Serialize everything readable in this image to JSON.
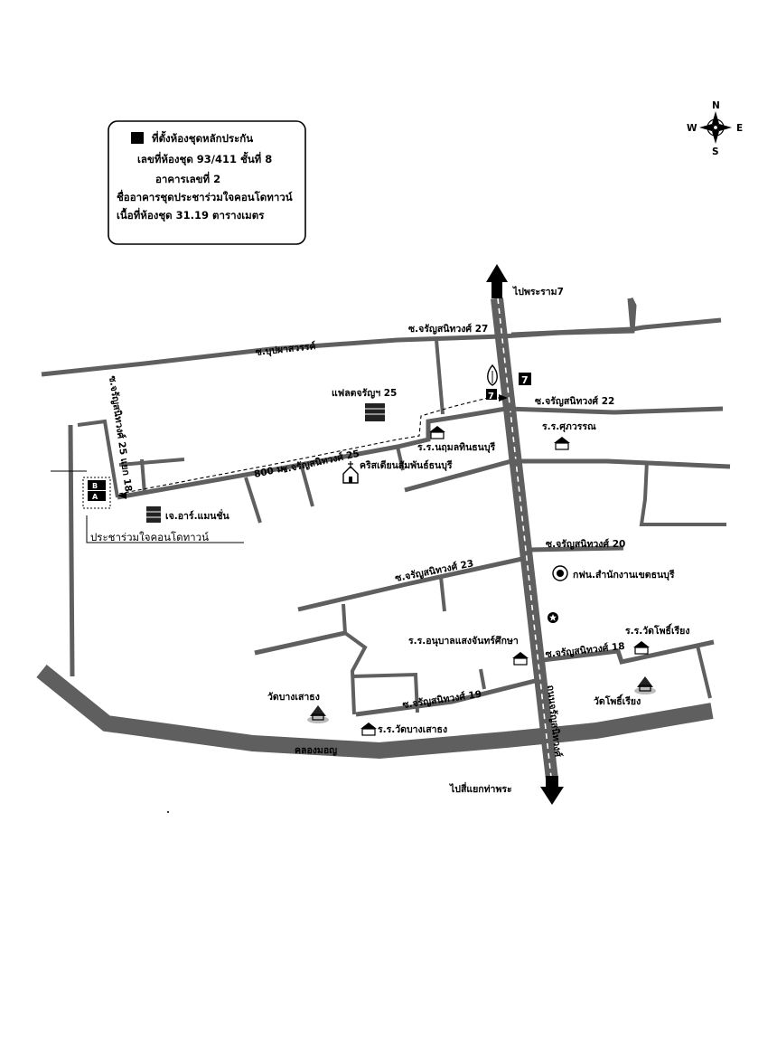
{
  "legend": {
    "title": "ที่ตั้งห้องชุดหลักประกัน",
    "line1": "เลขที่ห้องชุด 93/411 ชั้นที่ 8",
    "line2": "อาคารเลขที่ 2",
    "line3": "ชื่ออาคารชุดประชาร่วมใจคอนโดทาวน์",
    "line4": "เนื้อที่ห้องชุด 31.19 ตารางเมตร"
  },
  "compass": {
    "n": "N",
    "s": "S",
    "e": "E",
    "w": "W"
  },
  "roads": {
    "to_rama7": "ไปพระราม7",
    "to_thapra": "ไปสี่แยกท่าพระ",
    "bupphasawan": "ซ.บุปผาสวรรค์",
    "charan27": "ซ.จรัญสนิทวงศ์ 27",
    "charan22": "ซ.จรัญสนิทวงศ์ 22",
    "charan25": "ซ.จรัญสนิทวงศ์ 25",
    "charan25_18": "ซ.จรัญสนิทวงศ์ 25 แยก 18",
    "charan20": "ซ.จรัญสนิทวงศ์ 20",
    "charan23": "ซ.จรัญสนิทวงศ์ 23",
    "charan18": "ซ.จรัญสนิทวงศ์ 18",
    "charan19": "ซ.จรัญสนิทวงศ์ 19",
    "main_road": "ถนนจรัญสนิทวงศ์",
    "canal": "คลองมอญ",
    "distance": "800 ม."
  },
  "places": {
    "flat_charan25": "แฟลตจรัญฯ 25",
    "jr_mansion": "เจ.อาร์.แมนชั่น",
    "prachar_condo": "ประชาร่วมใจคอนโดทาวน์",
    "school_naruemol": "ร.ร.นฤมลทินธนบุรี",
    "school_suphawan": "ร.ร.ศุภวรรณ",
    "church": "คริสเตียนสัมพันธ์ธนบุรี",
    "pea_office": "กฟน.สำนักงานเขตธนบุรี",
    "kindergarten": "ร.ร.อนุบาลแสงจันทร์ศึกษา",
    "school_wat_pho": "ร.ร.วัดโพธิ์เรียง",
    "wat_pho": "วัดโพธิ์เรียง",
    "wat_bang_sao_thong": "วัดบางเสาธง",
    "school_wat_bang": "ร.ร.วัดบางเสาธง",
    "building_a": "A",
    "building_b": "B"
  },
  "colors": {
    "road": "#5f5f5f",
    "ink": "#000000",
    "paper": "#ffffff"
  }
}
